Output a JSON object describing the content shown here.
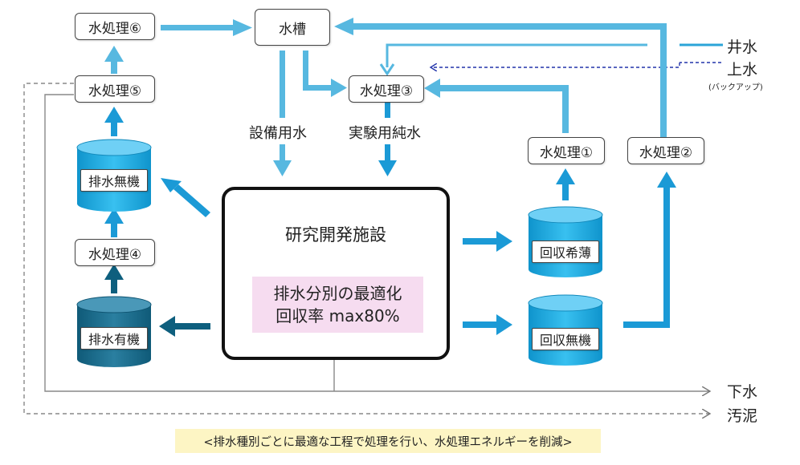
{
  "nodes": {
    "wt6": "水処理⑥",
    "wt5": "水処理⑤",
    "wt4": "水処理④",
    "wt3": "水処理③",
    "wt1": "水処理①",
    "wt2": "水処理②",
    "tank": "水槽",
    "drain_inorganic": "排水無機",
    "drain_organic": "排水有機",
    "recover_dilute": "回収希薄",
    "recover_inorganic": "回収無機",
    "facility": "研究開発施設",
    "optimize_line1": "排水分別の最適化",
    "optimize_line2": "回収率 max80%"
  },
  "labels": {
    "facility_water": "設備用水",
    "pure_water": "実験用純水",
    "well_water": "井水",
    "tap_water": "上水",
    "backup": "(バックアップ)",
    "sewer": "下水",
    "sludge": "汚泥"
  },
  "caption": "<排水種別ごとに最適な工程で処理を行い、水処理エネルギーを削減>",
  "colors": {
    "light_blue": "#57b8e0",
    "arrow_blue": "#1b9ad6",
    "dark_teal": "#0e5f7e",
    "navy_dash": "#2233aa",
    "cylinder_light": "#25b2e8",
    "cylinder_dark": "#1a6e8e"
  }
}
